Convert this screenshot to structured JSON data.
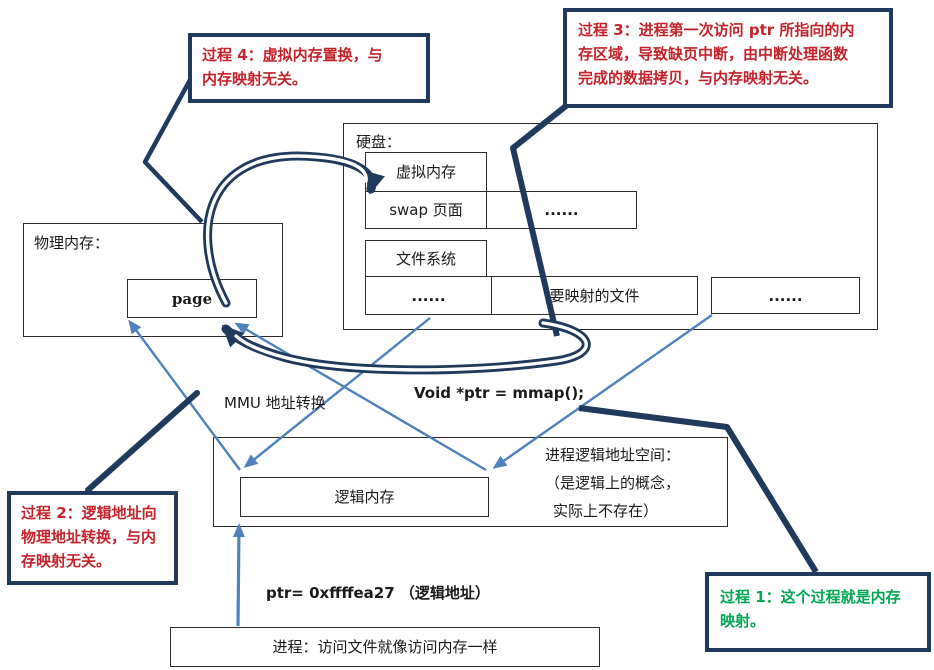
{
  "colors": {
    "navy_accent": "#1f3a5c",
    "blue_arrow": "#4f81bd",
    "red_text": "#c4232b",
    "green_text": "#00a651"
  },
  "callouts": {
    "process4": {
      "lines": [
        "过程 4：虚拟内存置换，与",
        "内存映射无关。"
      ]
    },
    "process3": {
      "lines": [
        "过程 3：进程第一次访问 ptr 所指向的内",
        "存区域，导致缺页中断，由中断处理函数",
        "完成的数据拷贝，与内存映射无关。"
      ]
    },
    "process2": {
      "lines": [
        "过程 2：逻辑地址向",
        "物理地址转换，与内",
        "存映射无关。"
      ]
    },
    "process1": {
      "lines": [
        "过程 1：这个过程就是内存",
        "映射。"
      ]
    }
  },
  "disk": {
    "title": "硬盘：",
    "virtual_memory": "虚拟内存",
    "swap_page": "swap 页面",
    "swap_dots": "......",
    "file_system": "文件系统",
    "file_row": {
      "left_dots": "......",
      "mapped_file": "要映射的文件",
      "right_dots": "......"
    }
  },
  "physical_memory": {
    "title": "物理内存：",
    "page": "page"
  },
  "logical": {
    "inner_label": "逻辑内存",
    "note_lines": [
      "进程逻辑地址空间：",
      "（是逻辑上的概念，",
      "实际上不存在）"
    ]
  },
  "labels": {
    "mmu": "MMU 地址转换",
    "mmap": "Void *ptr = mmap();",
    "ptr_value": "ptr= 0xffffea27 （逻辑地址）"
  },
  "process_box": {
    "label": "进程：访问文件就像访问内存一样"
  }
}
